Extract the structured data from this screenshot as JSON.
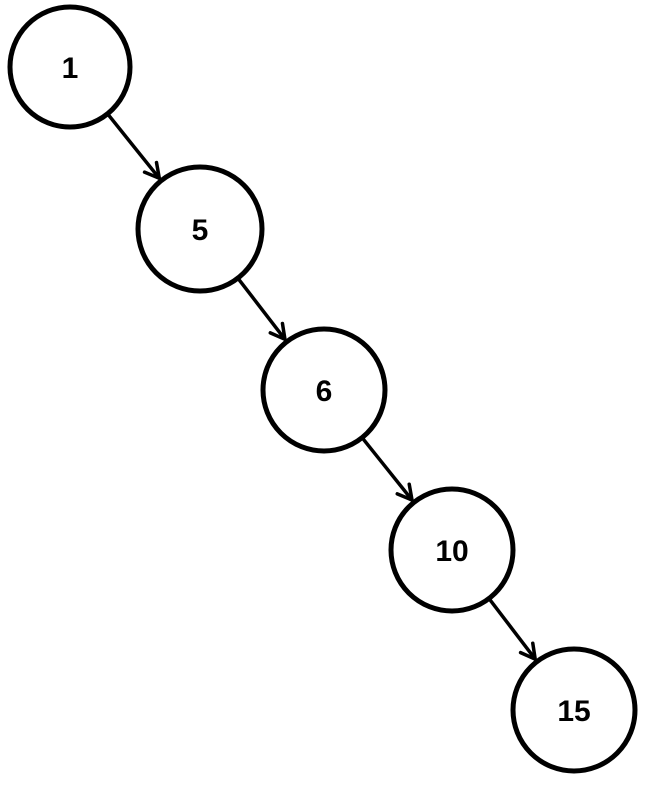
{
  "diagram": {
    "nodes": [
      {
        "id": "n1",
        "label": "1"
      },
      {
        "id": "n5",
        "label": "5"
      },
      {
        "id": "n6",
        "label": "6"
      },
      {
        "id": "n10",
        "label": "10"
      },
      {
        "id": "n15",
        "label": "15"
      }
    ],
    "edges": [
      {
        "from": "n1",
        "to": "n5"
      },
      {
        "from": "n5",
        "to": "n6"
      },
      {
        "from": "n6",
        "to": "n10"
      },
      {
        "from": "n10",
        "to": "n15"
      }
    ],
    "colors": {
      "stroke": "#000000",
      "fill": "#ffffff",
      "background": "#ffffff"
    }
  }
}
